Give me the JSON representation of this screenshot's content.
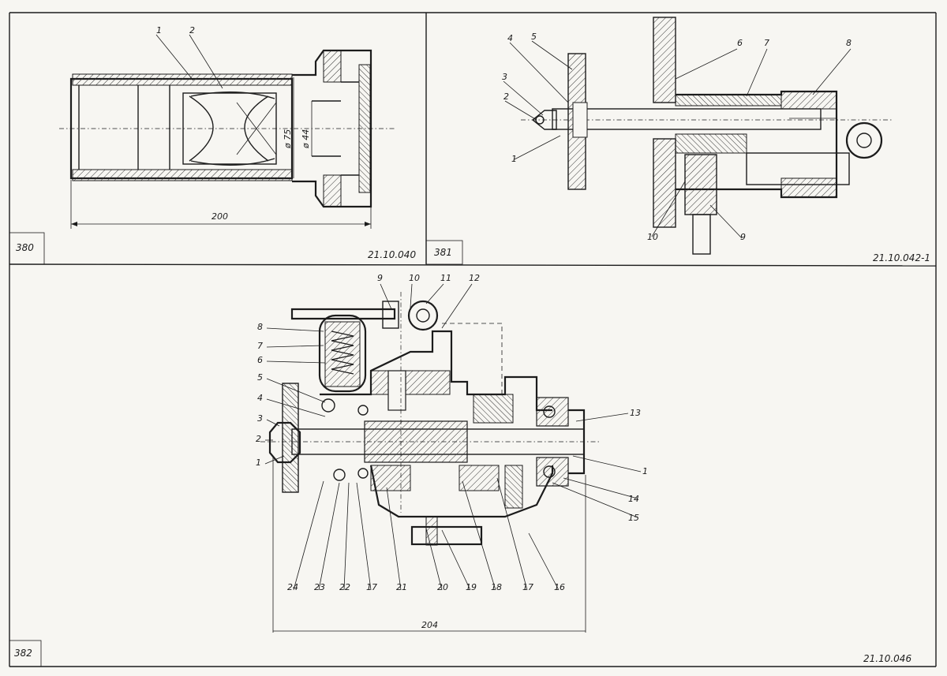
{
  "panels": [
    {
      "id": "380",
      "number": "380",
      "code": "21.10.040",
      "dimensions": {
        "length": "200",
        "outer_diameter": "ø 75",
        "inner_diameter": "ø 44"
      },
      "callouts": [
        "1",
        "2"
      ]
    },
    {
      "id": "381",
      "number": "381",
      "code": "21.10.042-1",
      "callouts": [
        "1",
        "2",
        "3",
        "4",
        "5",
        "6",
        "7",
        "8",
        "9",
        "10"
      ]
    },
    {
      "id": "382",
      "number": "382",
      "code": "21.10.046",
      "dimensions": {
        "length": "204"
      },
      "callouts_top": [
        "9",
        "10",
        "11",
        "12"
      ],
      "callouts_left": [
        "8",
        "7",
        "6",
        "5",
        "4",
        "3",
        "2",
        "1"
      ],
      "callouts_right": [
        "13",
        "1",
        "14",
        "15"
      ],
      "callouts_bottom": [
        "24",
        "23",
        "22",
        "17",
        "21",
        "20",
        "19",
        "18",
        "17",
        "16"
      ]
    }
  ]
}
